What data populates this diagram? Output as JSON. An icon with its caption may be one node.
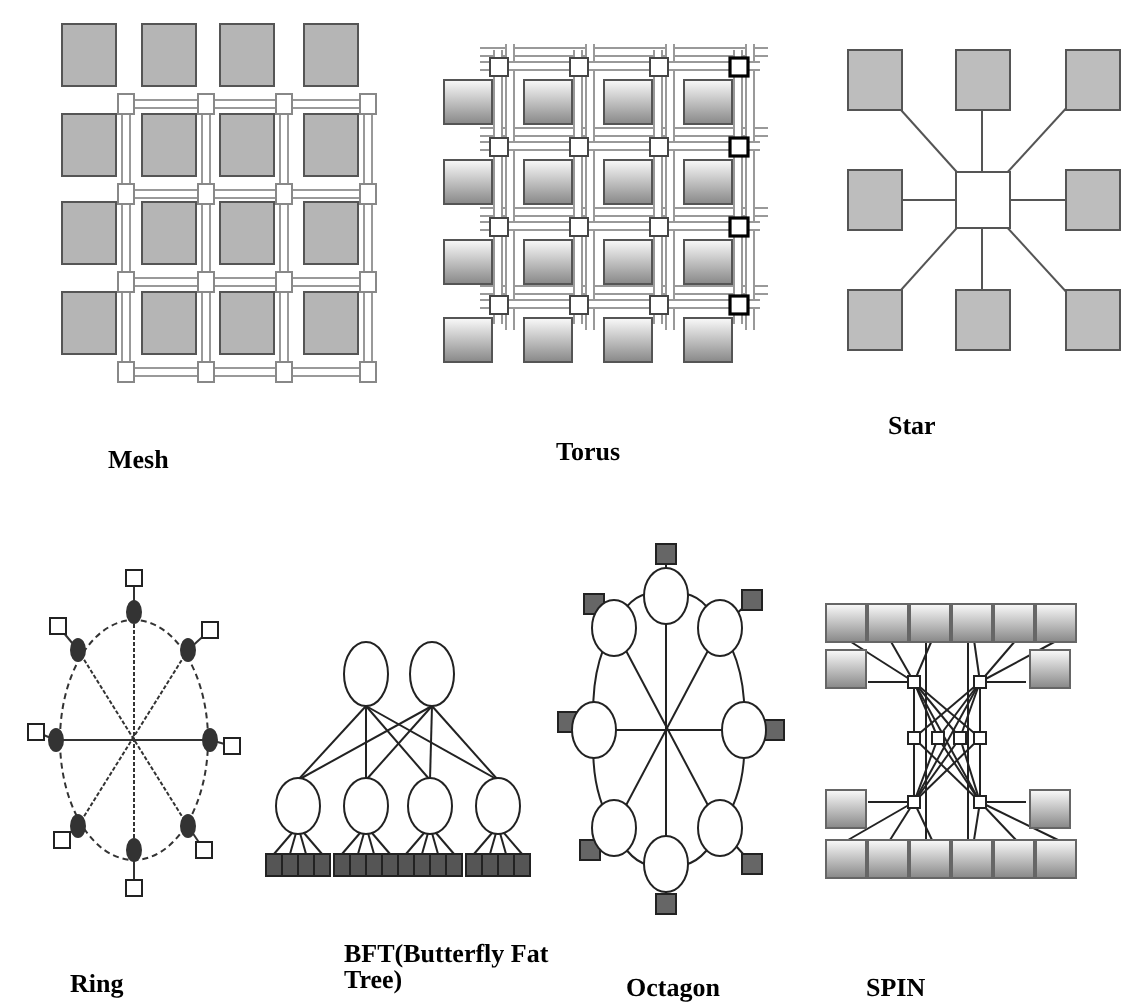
{
  "diagram": {
    "labels": [
      "Mesh",
      "Torus",
      "Star",
      "Ring",
      "BFT(Butterfly Fat Tree)",
      "Octagon",
      "SPIN"
    ]
  }
}
